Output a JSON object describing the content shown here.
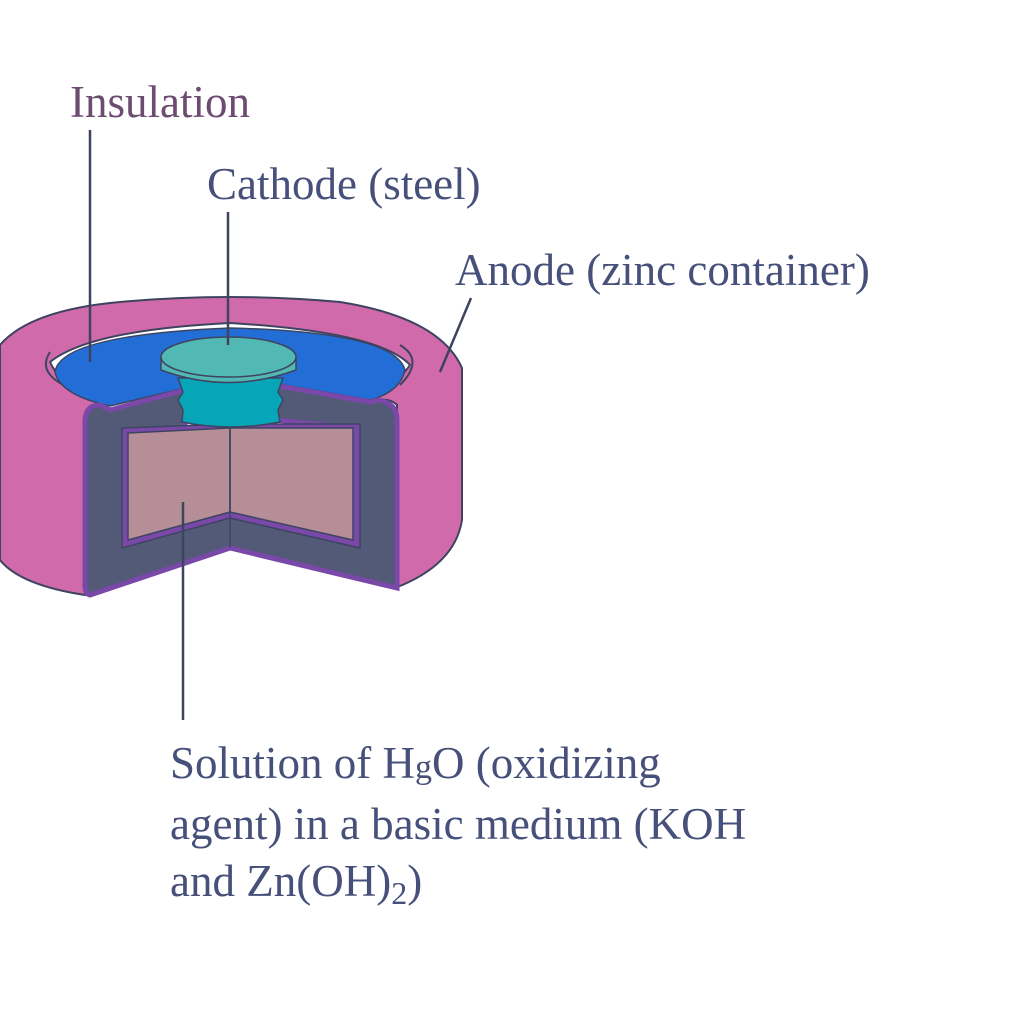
{
  "title": "Mercury battery cross-section",
  "labels": {
    "insulation": "Insulation",
    "cathode": "Cathode (steel)",
    "anode": "Anode (zinc container)",
    "solution": {
      "line1_a": "Solution of H",
      "line1_g": "g",
      "line1_b": "O (oxidizing",
      "line2": "agent) in a basic medium (KOH",
      "line3_a": "and Zn(OH)",
      "line3_sub": "2",
      "line3_b": ")"
    }
  },
  "colors": {
    "text": "#46507a",
    "insulation_text": "#6c4c70",
    "anode": "#d06aaa",
    "insulation": "#236ed6",
    "cathode_top": "#52b8b4",
    "cathode_stem": "#06a6b8",
    "container": "#525a78",
    "lining": "#7a48a8",
    "solution": "#b68e98",
    "outline": "#3e4460"
  }
}
